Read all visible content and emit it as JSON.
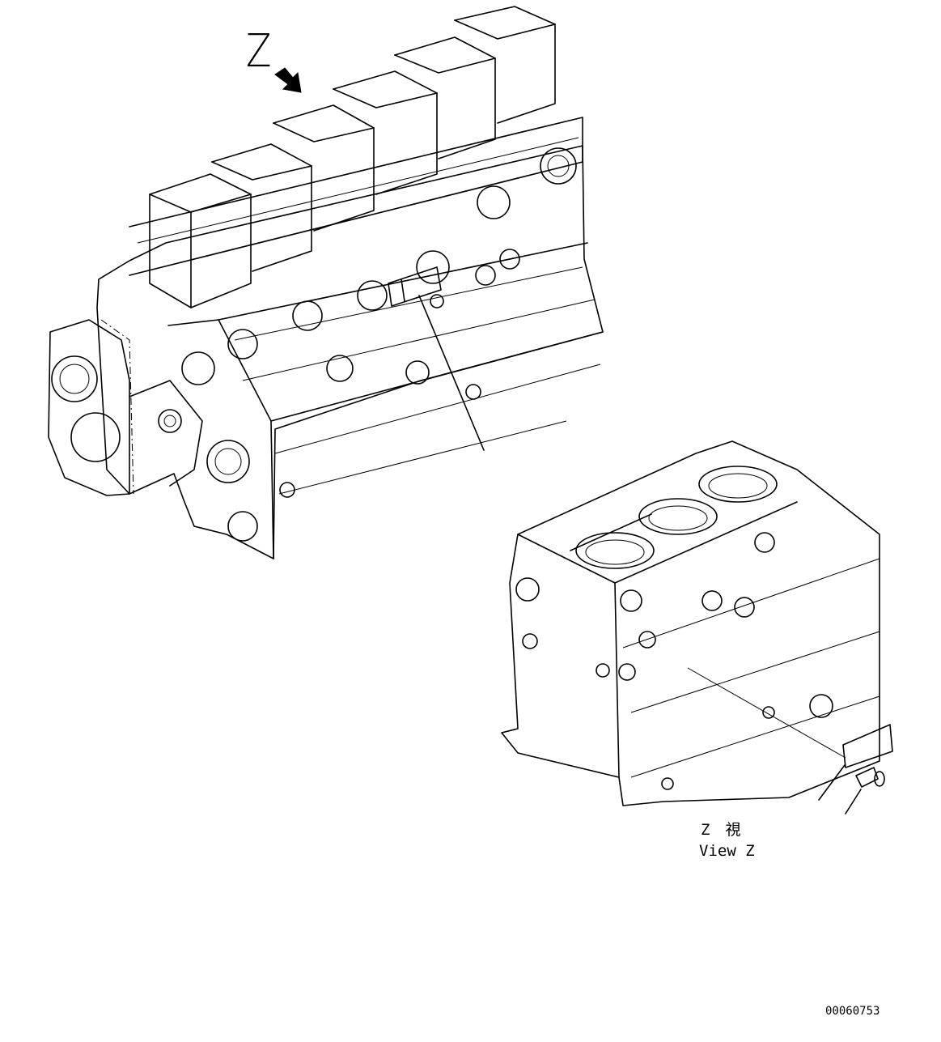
{
  "labels": {
    "view_direction_letter": "Z",
    "view_title_jp": "Z　視",
    "view_title_en": "View Z",
    "figure_number": "00060753"
  },
  "icons": {
    "view_arrow": "view-direction-arrow-icon"
  },
  "colors": {
    "line": "#000000",
    "background": "#ffffff"
  }
}
